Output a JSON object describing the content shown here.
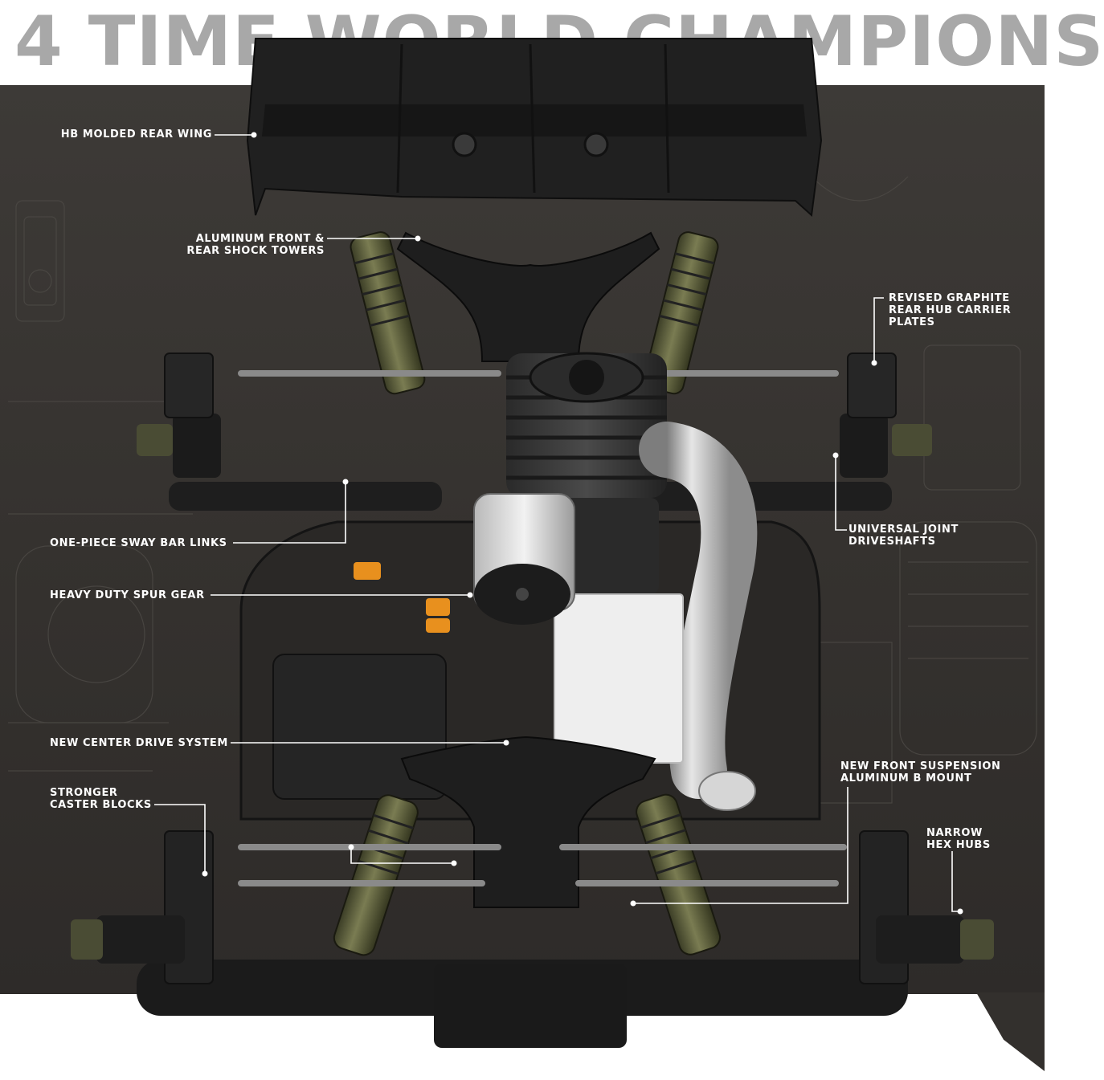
{
  "headline": "4 TIME WORLD CHAMPIONS",
  "colors": {
    "background": "#3a3734",
    "headline": "#a8a8a8",
    "chassis": "#1c1c1c",
    "shock_body": "#5a5c3a",
    "accent": "#e8901e",
    "label": "#ffffff"
  },
  "callouts": [
    {
      "id": "rear-wing",
      "text": "HB MOLDED REAR WING"
    },
    {
      "id": "shock-towers",
      "text": "ALUMINUM FRONT &\nREAR SHOCK TOWERS"
    },
    {
      "id": "hub-carrier",
      "text": "REVISED GRAPHITE\nREAR HUB CARRIER\nPLATES"
    },
    {
      "id": "sway-bar",
      "text": "ONE-PIECE SWAY BAR LINKS"
    },
    {
      "id": "driveshafts",
      "text": "UNIVERSAL JOINT\nDRIVESHAFTS"
    },
    {
      "id": "spur-gear",
      "text": "HEAVY DUTY SPUR GEAR"
    },
    {
      "id": "center-drive",
      "text": "NEW CENTER DRIVE SYSTEM"
    },
    {
      "id": "front-suspension",
      "text": "NEW FRONT SUSPENSION\nALUMINUM B MOUNT"
    },
    {
      "id": "caster-blocks",
      "text": "STRONGER\nCASTER BLOCKS"
    },
    {
      "id": "hex-hubs",
      "text": "NARROW\nHEX HUBS"
    }
  ]
}
